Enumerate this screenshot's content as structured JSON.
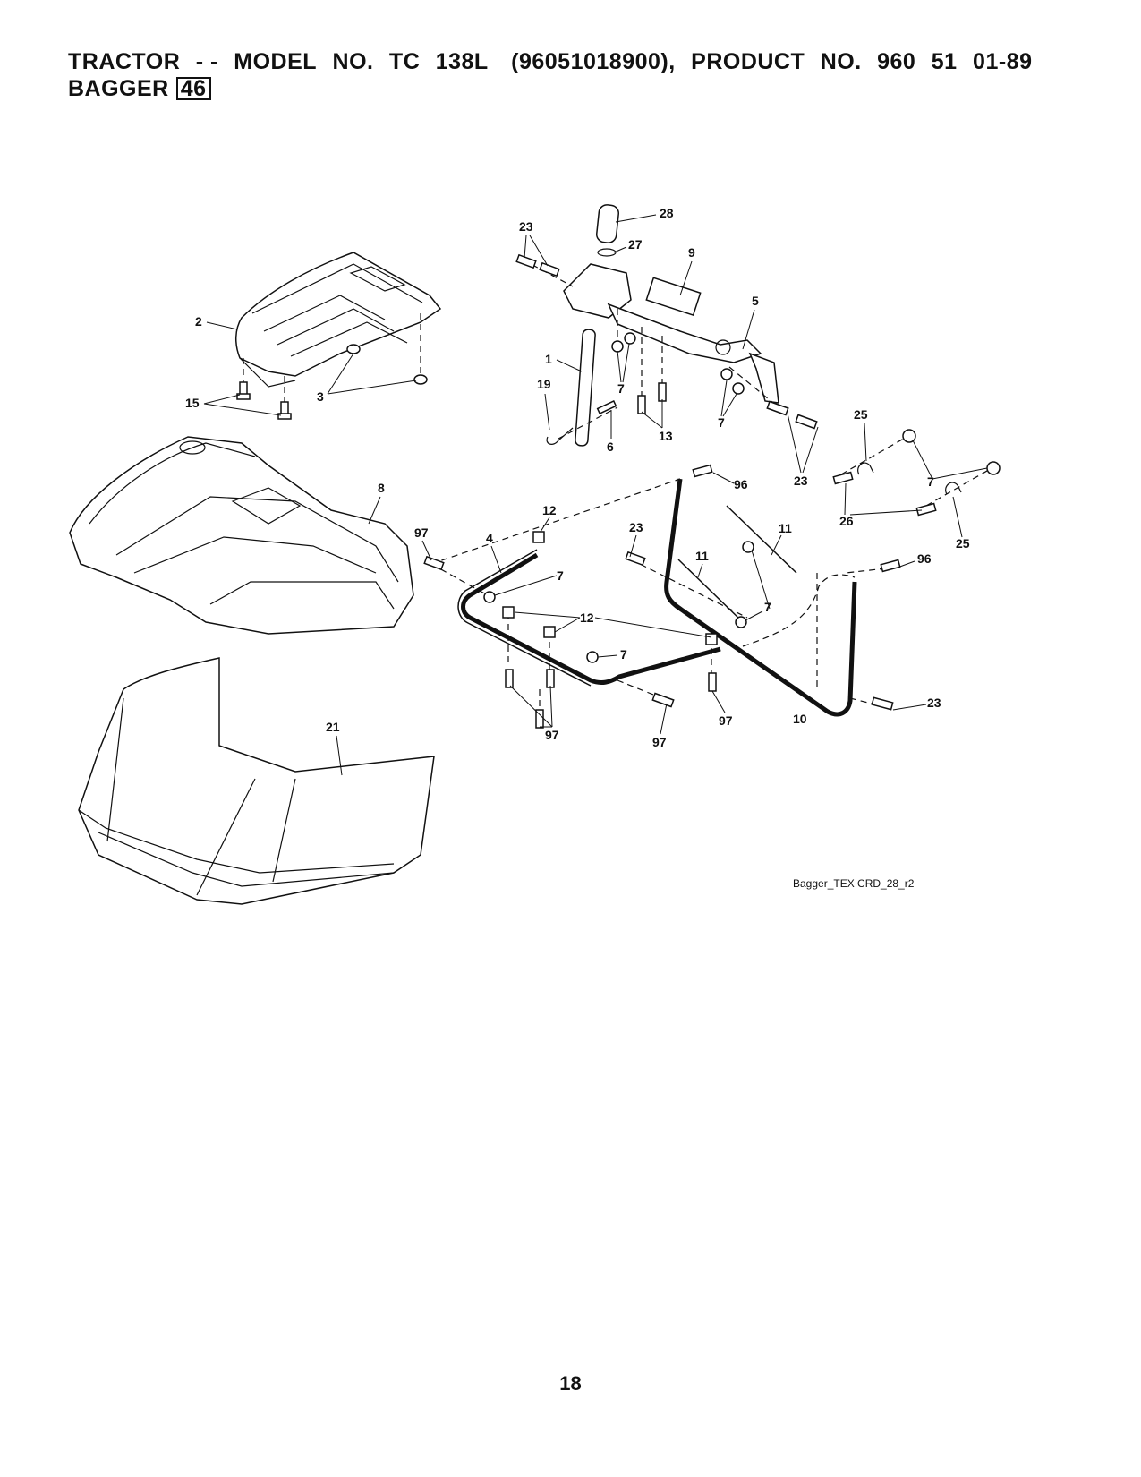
{
  "header": {
    "line1": [
      "TRACTOR",
      "- -",
      "MODEL",
      "NO.",
      "TC",
      "138L",
      "(96051018900),",
      "PRODUCT",
      "NO.",
      "960",
      "51",
      "01-89"
    ],
    "section_label": "BAGGER",
    "section_number": "46"
  },
  "callouts": {
    "c28": "28",
    "c23a": "23",
    "c27": "27",
    "c9": "9",
    "c5": "5",
    "c2": "2",
    "c1": "1",
    "c19": "19",
    "c7a": "7",
    "c15": "15",
    "c3": "3",
    "c13": "13",
    "c6": "6",
    "c7b": "7",
    "c25a": "25",
    "c23b": "23",
    "c96a": "96",
    "c7c": "7",
    "c26": "26",
    "c25b": "25",
    "c8": "8",
    "c12a": "12",
    "c97a": "97",
    "c4": "4",
    "c23c": "23",
    "c11a": "11",
    "c11b": "11",
    "c7d": "7",
    "c96b": "96",
    "c7e": "7",
    "c12b": "12",
    "c7f": "7",
    "c23d": "23",
    "c21": "21",
    "c97b": "97",
    "c97c": "97",
    "c97d": "97",
    "c10": "10"
  },
  "drawing_ref": "Bagger_TEX CRD_28_r2",
  "page_number": "18"
}
